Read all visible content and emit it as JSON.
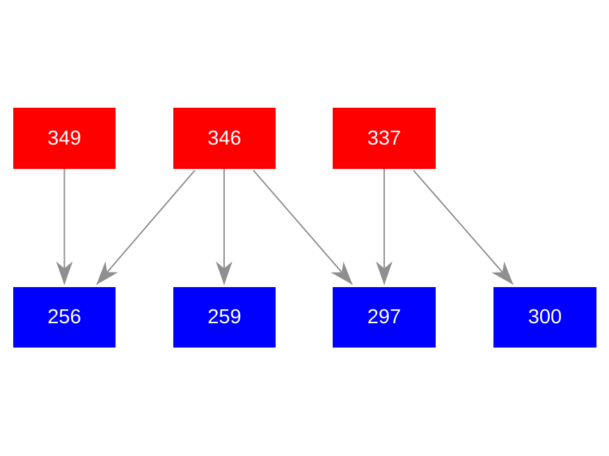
{
  "diagram": {
    "description": "Directed graph with two layers of rectangular nodes",
    "node_colors": {
      "top_row": "#ff0000",
      "bottom_row": "#0000ff",
      "text": "#ffffff"
    },
    "edge_color": "#8f8f8f",
    "background": "#ffffff",
    "nodes": [
      {
        "id": "349",
        "label": "349",
        "row": "top",
        "color": "#ff0000"
      },
      {
        "id": "346",
        "label": "346",
        "row": "top",
        "color": "#ff0000"
      },
      {
        "id": "337",
        "label": "337",
        "row": "top",
        "color": "#ff0000"
      },
      {
        "id": "256",
        "label": "256",
        "row": "bottom",
        "color": "#0000ff"
      },
      {
        "id": "259",
        "label": "259",
        "row": "bottom",
        "color": "#0000ff"
      },
      {
        "id": "297",
        "label": "297",
        "row": "bottom",
        "color": "#0000ff"
      },
      {
        "id": "300",
        "label": "300",
        "row": "bottom",
        "color": "#0000ff"
      }
    ],
    "edges": [
      {
        "from": "349",
        "to": "256"
      },
      {
        "from": "346",
        "to": "256"
      },
      {
        "from": "346",
        "to": "259"
      },
      {
        "from": "346",
        "to": "297"
      },
      {
        "from": "337",
        "to": "297"
      },
      {
        "from": "337",
        "to": "300"
      }
    ]
  }
}
